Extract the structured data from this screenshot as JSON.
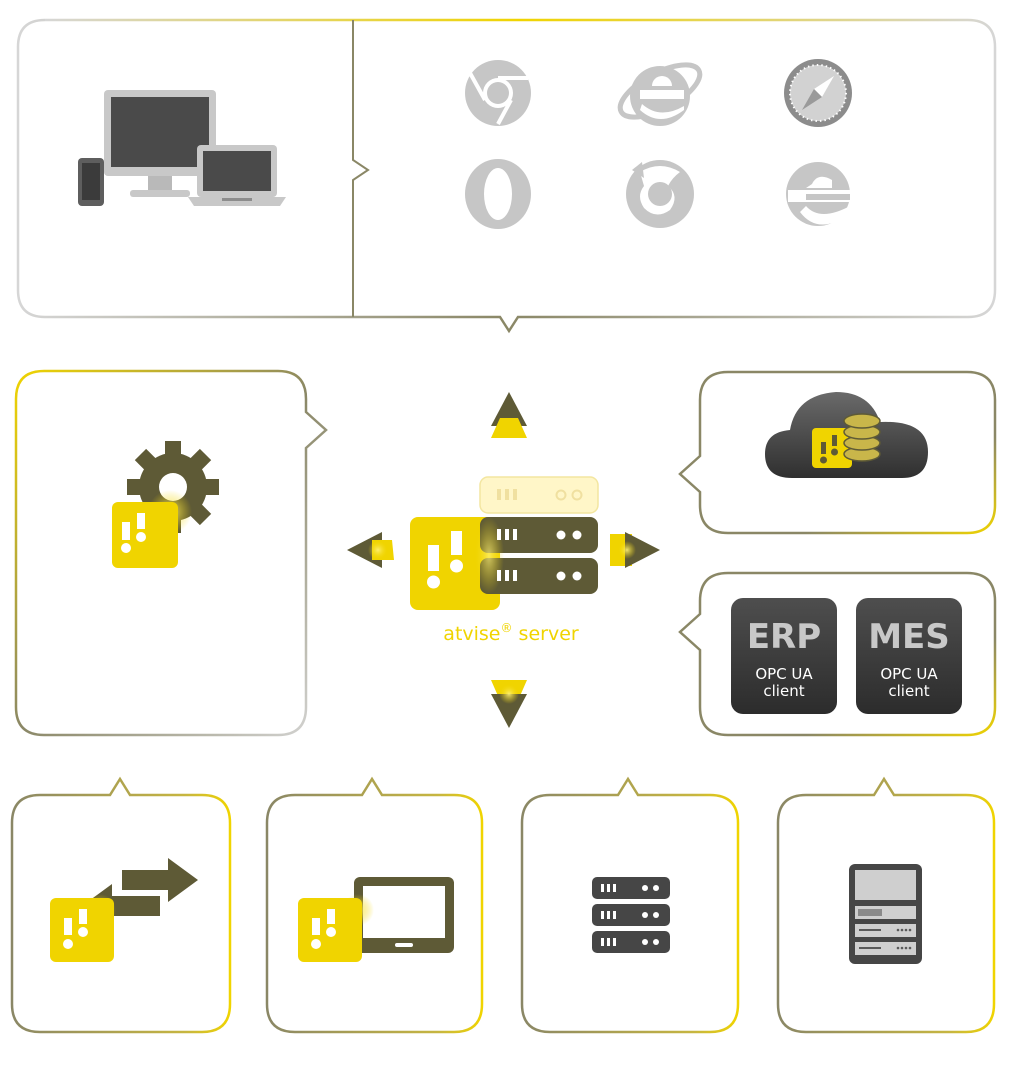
{
  "colors": {
    "accent_yellow": "#f0d400",
    "olive": "#5e5a36",
    "olive_border": "#8a8766",
    "gray_border": "#cfcfcf",
    "icon_gray": "#c6c6c6",
    "dark_gray": "#464646"
  },
  "center": {
    "label": "atvise",
    "reg_mark": "®",
    "label_suffix": " server"
  },
  "clients": [
    {
      "title": "ERP",
      "line1": "OPC UA",
      "line2": "client"
    },
    {
      "title": "MES",
      "line1": "OPC UA",
      "line2": "client"
    }
  ],
  "icons": {
    "devices": "devices-icon",
    "browsers": [
      "chrome-icon",
      "internet-explorer-icon",
      "safari-icon",
      "opera-icon",
      "firefox-icon",
      "edge-icon"
    ],
    "config": "gear-wrench-icon",
    "cloud": "cloud-database-icon",
    "bottom": [
      "data-exchange-icon",
      "tablet-panel-icon",
      "server-rack-icon",
      "industrial-panel-icon"
    ]
  }
}
